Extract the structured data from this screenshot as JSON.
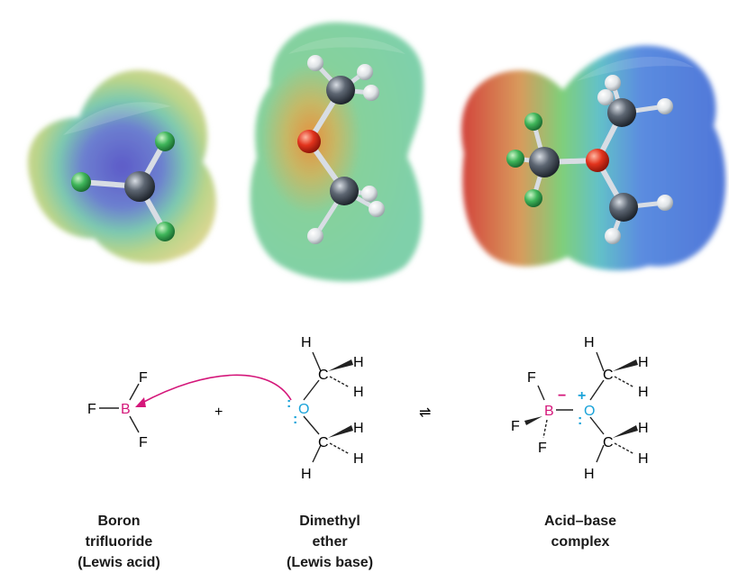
{
  "atoms": {
    "F": "F",
    "B": "B",
    "O": "O",
    "C": "C",
    "H": "H"
  },
  "symbols": {
    "plus": "+",
    "equilibrium": "⇌",
    "minus_charge": "−",
    "plus_charge": "+",
    "lone_pair": ":"
  },
  "captions": {
    "bf3": [
      "Boron",
      "trifluoride",
      "(Lewis acid)"
    ],
    "ether": [
      "Dimethyl",
      "ether",
      "(Lewis base)"
    ],
    "complex": [
      "Acid–base",
      "complex"
    ]
  },
  "colors": {
    "boron": "#d4177a",
    "oxygen": "#1aa3d9",
    "arrow": "#d4177a",
    "bond": "#222222"
  }
}
